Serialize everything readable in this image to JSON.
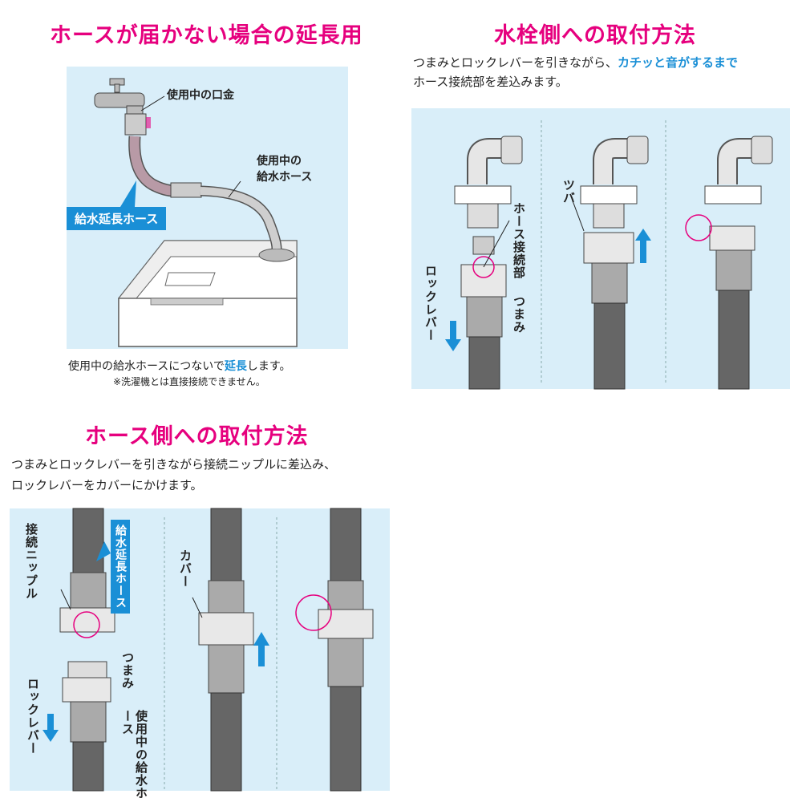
{
  "section1": {
    "title": "ホースが届かない場合の延長用",
    "label_fitting": "使用中の口金",
    "label_hose_in_use_1": "使用中の",
    "label_hose_in_use_2": "給水ホース",
    "tag_extension": "給水延長ホース",
    "caption_before": "使用中の給水ホースにつないで",
    "caption_emphasis": "延長",
    "caption_after": "します。",
    "note": "※洗濯機とは直接接続できません。"
  },
  "section2": {
    "title": "水栓側への取付方法",
    "desc_line1_before": "つまみとロックレバーを引きながら、",
    "desc_line1_emphasis": "カチッと音がするまで",
    "desc_line2": "ホース接続部を差込みます。",
    "label_hose_joint": "ホース接続部",
    "label_knob": "つまみ",
    "label_lock_lever": "ロックレバー",
    "label_flange": "ツバ"
  },
  "section3": {
    "title": "ホース側への取付方法",
    "desc_line1": "つまみとロックレバーを引きながら接続ニップルに差込み、",
    "desc_line2": "ロックレバーをカバーにかけます。",
    "label_nipple": "接続ニップル",
    "tag_extension": "給水延長ホース",
    "label_knob": "つまみ",
    "label_lock_lever": "ロックレバー",
    "label_hose_in_use": "使用中の給水ホース",
    "label_cover": "カバー"
  },
  "colors": {
    "heading": "#e6007e",
    "accent": "#1a8fd6",
    "panel": "#d9eef9",
    "highlight_circle": "#e6007e"
  }
}
